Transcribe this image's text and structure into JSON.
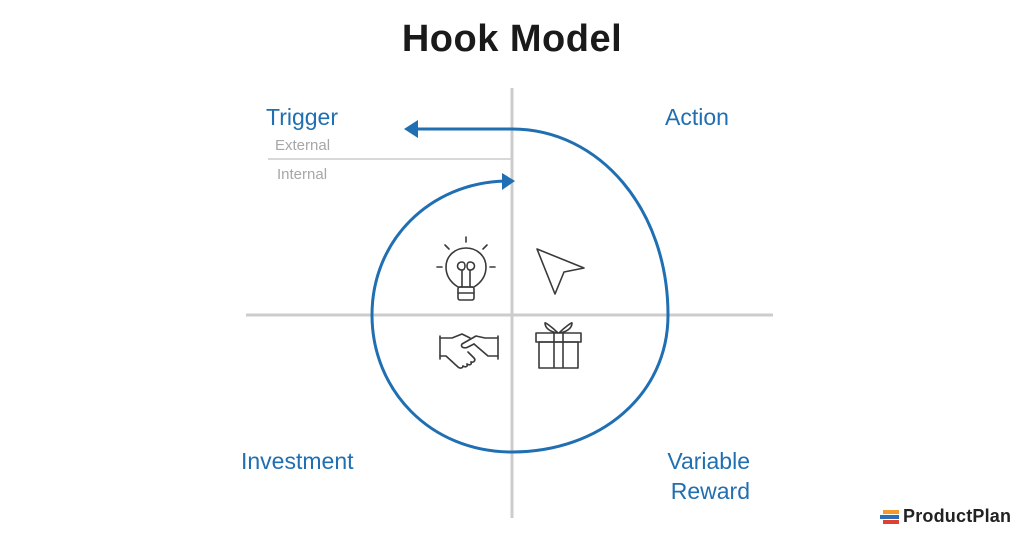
{
  "title": "Hook Model",
  "quadrants": {
    "trigger": {
      "label": "Trigger",
      "sub_items": [
        "External",
        "Internal"
      ]
    },
    "action": {
      "label": "Action"
    },
    "investment": {
      "label": "Investment"
    },
    "variable_reward": {
      "label_line1": "Variable",
      "label_line2": "Reward"
    }
  },
  "icons": {
    "trigger": "lightbulb-icon",
    "action": "cursor-arrow-icon",
    "investment": "handshake-icon",
    "variable_reward": "gift-icon"
  },
  "colors": {
    "accent": "#1f6fb2",
    "axis": "#cccccc",
    "sub_text": "#a7a7a7",
    "title": "#1a1a1a",
    "icon_stroke": "#3a3a3a"
  },
  "brand": {
    "name": "ProductPlan"
  }
}
